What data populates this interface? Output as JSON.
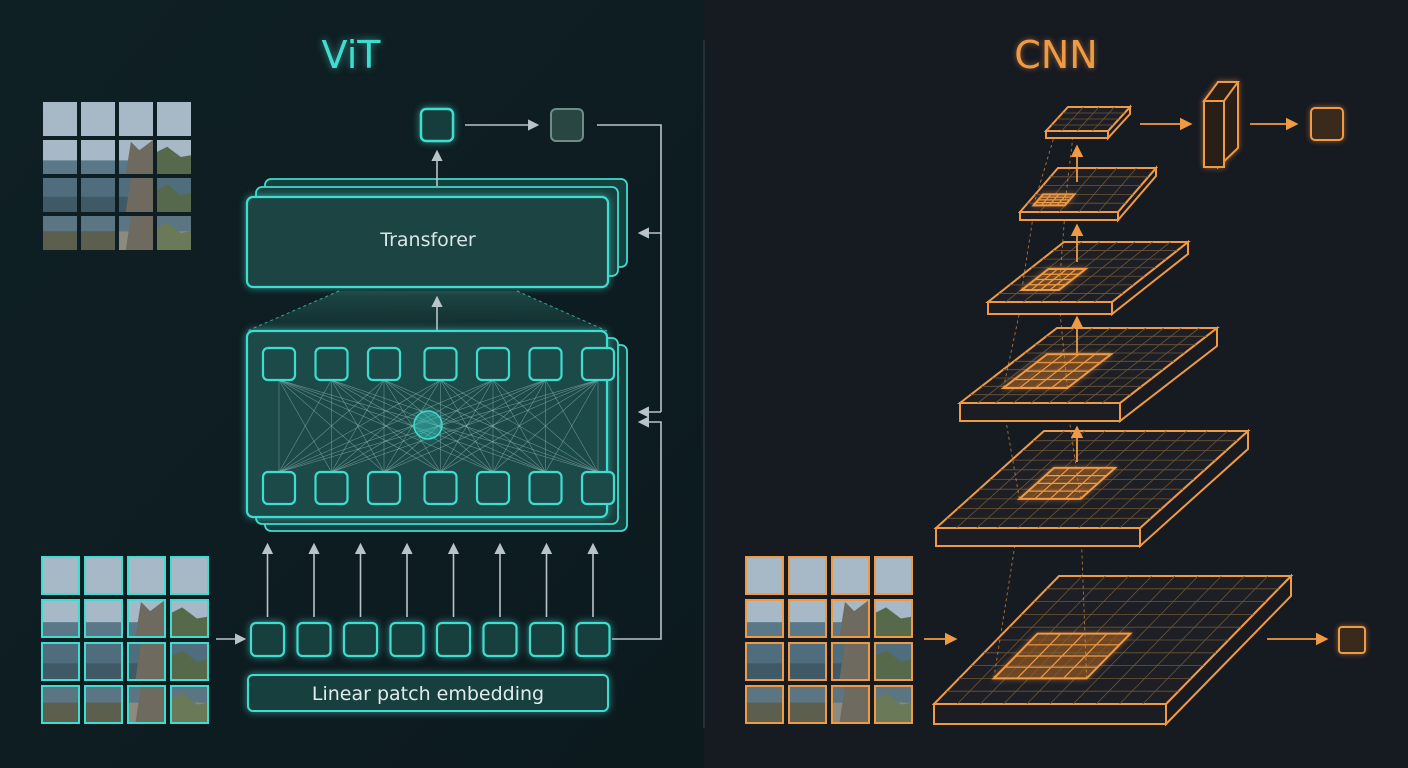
{
  "vit": {
    "title": "ViT",
    "transformer_label": "Transforer",
    "embedding_label": "Linear patch embedding",
    "token_count": 8,
    "attention_tokens_per_row": 7,
    "patch_grid": {
      "rows": 4,
      "cols": 4
    }
  },
  "cnn": {
    "title": "CNN",
    "layer_count": 5,
    "patch_grid": {
      "rows": 4,
      "cols": 4
    }
  },
  "colors": {
    "vit_accent": "#3fdcd0",
    "vit_background": "#0f1b20",
    "vit_box_fill": "#173f3e",
    "cnn_accent": "#ef9a45",
    "cnn_background": "#161a21",
    "arrow": "#b9c4c8"
  }
}
